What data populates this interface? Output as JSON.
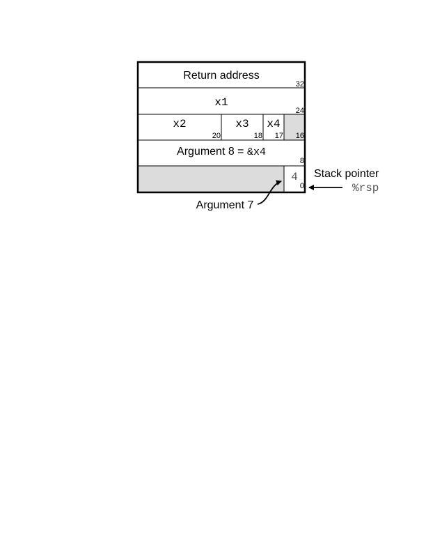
{
  "stack_frame": {
    "rows": [
      {
        "offset": "32",
        "cells": [
          {
            "label": "Return address",
            "font": "sans"
          }
        ]
      },
      {
        "offset": "24",
        "cells": [
          {
            "label": "x1",
            "font": "mono"
          }
        ]
      },
      {
        "offset": "16",
        "cells": [
          {
            "label": "x2",
            "font": "mono",
            "offset": "20"
          },
          {
            "label": "x3",
            "font": "mono",
            "offset": "18"
          },
          {
            "label": "x4",
            "font": "mono",
            "offset": "17"
          },
          {
            "label": "",
            "shaded": true
          }
        ]
      },
      {
        "offset": "8",
        "cells": [
          {
            "label_prefix": "Argument 8 = ",
            "label_code": "&x4"
          }
        ]
      },
      {
        "offset": "0",
        "cells": [
          {
            "label": "",
            "shaded": true
          },
          {
            "label": "4",
            "font": "mono"
          }
        ]
      }
    ]
  },
  "annotations": {
    "stack_pointer_label": "Stack pointer",
    "stack_pointer_register": "%rsp",
    "argument7_label": "Argument 7"
  },
  "colors": {
    "shaded": "#dcdcdc",
    "border": "#000000"
  }
}
